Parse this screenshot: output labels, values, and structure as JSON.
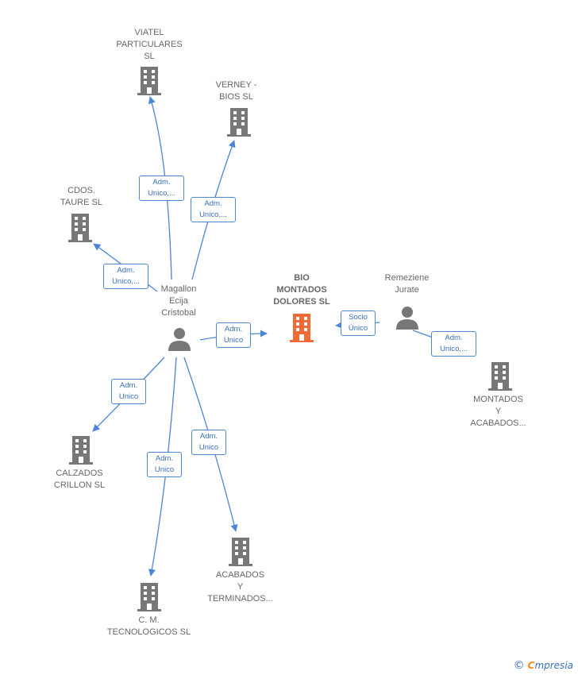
{
  "nodes": {
    "viatel": {
      "label": "VIATEL\nPARTICULARES\nSL"
    },
    "verney": {
      "label": "VERNEY -\nBIOS  SL"
    },
    "cdos": {
      "label": "CDOS.\nTAURE  SL"
    },
    "magallon": {
      "label": "Magallon\nEcija\nCristobal"
    },
    "bio": {
      "label": "BIO\nMONTADOS\nDOLORES  SL"
    },
    "remeziene": {
      "label": "Remeziene\nJurate"
    },
    "montados": {
      "label": "MONTADOS\nY\nACABADOS..."
    },
    "calzados": {
      "label": "CALZADOS\nCRILLON SL"
    },
    "acabados": {
      "label": "ACABADOS\nY\nTERMINADOS..."
    },
    "cm": {
      "label": "C.  M.\nTECNOLOGICOS SL"
    }
  },
  "edges": {
    "to_viatel": "Adm.\nUnico,...",
    "to_verney": "Adm.\nUnico,...",
    "to_cdos": "Adm.\nUnico,...",
    "to_bio": "Adm.\nUnico",
    "remeziene_bio": "Socio\nÚnico",
    "remeziene_montados": "Adm.\nUnico,...",
    "to_calzados": "Adm.\nUnico",
    "to_acabados": "Adm.\nUnico",
    "to_cm": "Adm.\nUnico"
  },
  "colors": {
    "edge": "#4a86d4",
    "building": "#777777",
    "building_highlight": "#f26a35",
    "person": "#777777"
  },
  "footer": {
    "copyright": "©",
    "brand_first": "C",
    "brand_rest": "mpresia"
  }
}
